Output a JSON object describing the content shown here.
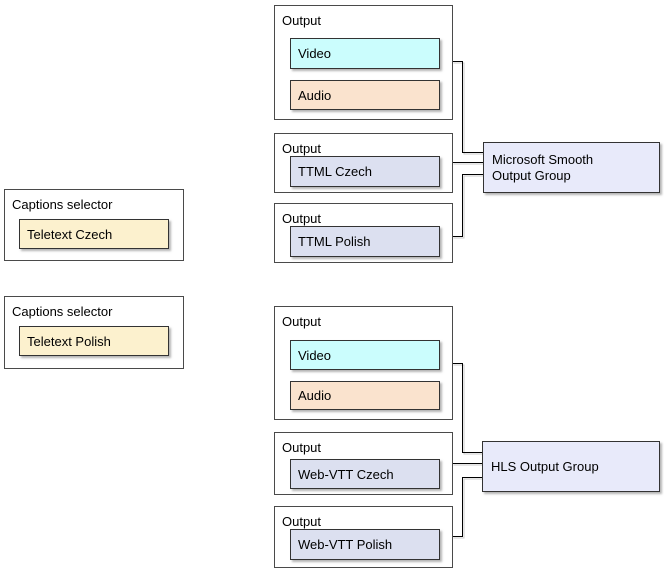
{
  "diagram": {
    "selectors": [
      {
        "title": "Captions selector",
        "item": "Teletext Czech"
      },
      {
        "title": "Captions selector",
        "item": "Teletext Polish"
      }
    ],
    "groups": [
      {
        "label": "Microsoft Smooth\nOutput Group",
        "outputs": [
          {
            "title": "Output",
            "video": "Video",
            "audio": "Audio"
          },
          {
            "title": "Output",
            "caption": "TTML Czech"
          },
          {
            "title": "Output",
            "caption": "TTML Polish"
          }
        ]
      },
      {
        "label": "HLS Output Group",
        "outputs": [
          {
            "title": "Output",
            "video": "Video",
            "audio": "Audio"
          },
          {
            "title": "Output",
            "caption": "Web-VTT Czech"
          },
          {
            "title": "Output",
            "caption": "Web-VTT Polish"
          }
        ]
      }
    ],
    "colors": {
      "video_fill": "#CBFDFD",
      "audio_fill": "#FAE3CE",
      "caption_fill": "#DCE0F0",
      "selector_item_fill": "#FCF1CE",
      "group_fill": "#E8EAFA",
      "box_fill": "#FFFFFF",
      "border": "#404040"
    }
  }
}
